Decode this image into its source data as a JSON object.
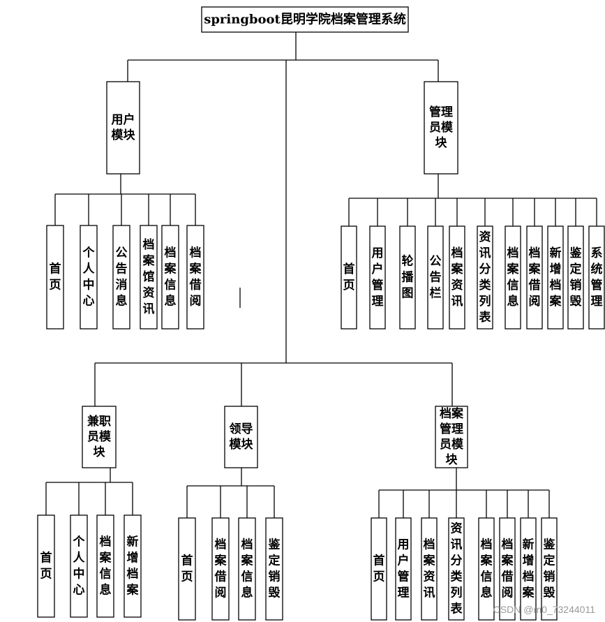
{
  "title": "springboot昆明学院档案管理系统",
  "modules": [
    {
      "key": "user",
      "name": "用户模块",
      "lines": [
        "用户",
        "模块"
      ],
      "items": [
        [
          "首",
          "页"
        ],
        [
          "个",
          "人",
          "中",
          "心"
        ],
        [
          "公",
          "告",
          "消",
          "息"
        ],
        [
          "档",
          "案",
          "馆",
          "资",
          "讯"
        ],
        [
          "档",
          "案",
          "信",
          "息"
        ],
        [
          "档",
          "案",
          "借",
          "阅"
        ]
      ]
    },
    {
      "key": "admin",
      "name": "管理员模块",
      "lines": [
        "管理",
        "员模",
        "块"
      ],
      "items": [
        [
          "首",
          "页"
        ],
        [
          "用",
          "户",
          "管",
          "理"
        ],
        [
          "轮",
          "播",
          "图"
        ],
        [
          "公",
          "告",
          "栏"
        ],
        [
          "档",
          "案",
          "资",
          "讯"
        ],
        [
          "资",
          "讯",
          "分",
          "类",
          "列",
          "表"
        ],
        [
          "档",
          "案",
          "信",
          "息"
        ],
        [
          "档",
          "案",
          "借",
          "阅"
        ],
        [
          "新",
          "增",
          "档",
          "案"
        ],
        [
          "鉴",
          "定",
          "销",
          "毁"
        ],
        [
          "系",
          "统",
          "管",
          "理"
        ]
      ]
    },
    {
      "key": "parttime",
      "name": "兼职员模块",
      "lines": [
        "兼职",
        "员模",
        "块"
      ],
      "items": [
        [
          "首",
          "页"
        ],
        [
          "个",
          "人",
          "中",
          "心"
        ],
        [
          "档",
          "案",
          "信",
          "息"
        ],
        [
          "新",
          "增",
          "档",
          "案"
        ]
      ]
    },
    {
      "key": "leader",
      "name": "领导模块",
      "lines": [
        "领导",
        "模块"
      ],
      "items": [
        [
          "首",
          "页"
        ],
        [
          "档",
          "案",
          "借",
          "阅"
        ],
        [
          "档",
          "案",
          "信",
          "息"
        ],
        [
          "鉴",
          "定",
          "销",
          "毁"
        ]
      ]
    },
    {
      "key": "archivist",
      "name": "档案管理员模块",
      "lines": [
        "档案",
        "管理",
        "员模",
        "块"
      ],
      "items": [
        [
          "首",
          "页"
        ],
        [
          "用",
          "户",
          "管",
          "理"
        ],
        [
          "档",
          "案",
          "资",
          "讯"
        ],
        [
          "资",
          "讯",
          "分",
          "类",
          "列",
          "表"
        ],
        [
          "档",
          "案",
          "信",
          "息"
        ],
        [
          "档",
          "案",
          "借",
          "阅"
        ],
        [
          "新",
          "增",
          "档",
          "案"
        ],
        [
          "鉴",
          "定",
          "销",
          "毁"
        ]
      ]
    }
  ],
  "watermark": "CSDN @m0_73244011"
}
